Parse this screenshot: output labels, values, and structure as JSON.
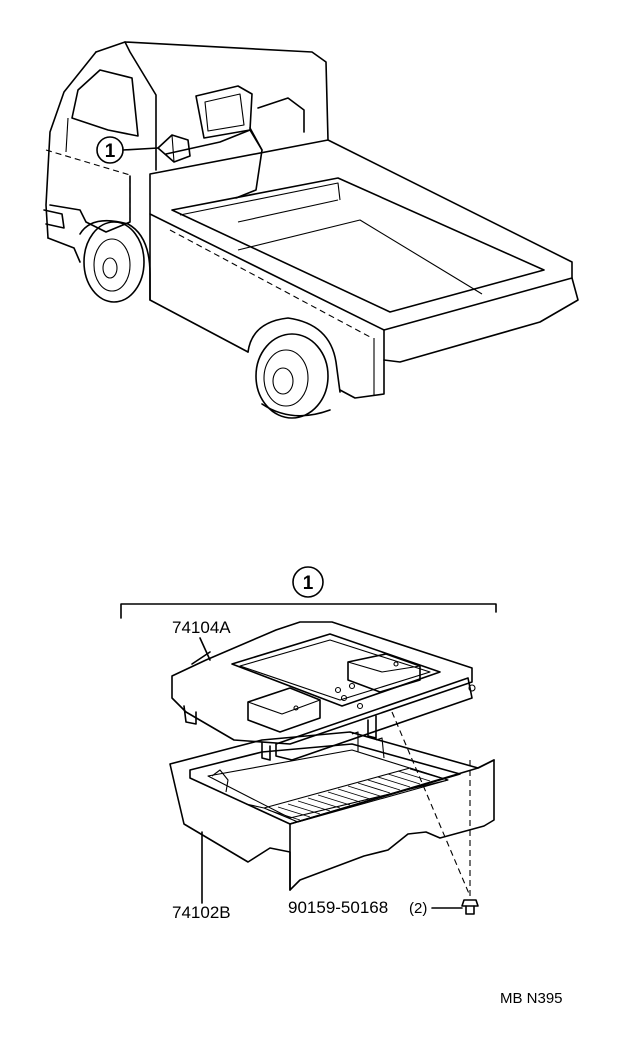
{
  "diagram": {
    "callout_ref": "1",
    "assembly_callout": "1",
    "parts": {
      "upper_panel": "74104A",
      "lower_box": "74102B",
      "bolt": "90159-50168",
      "bolt_qty": "(2)"
    },
    "figure_code": "MB N395"
  }
}
